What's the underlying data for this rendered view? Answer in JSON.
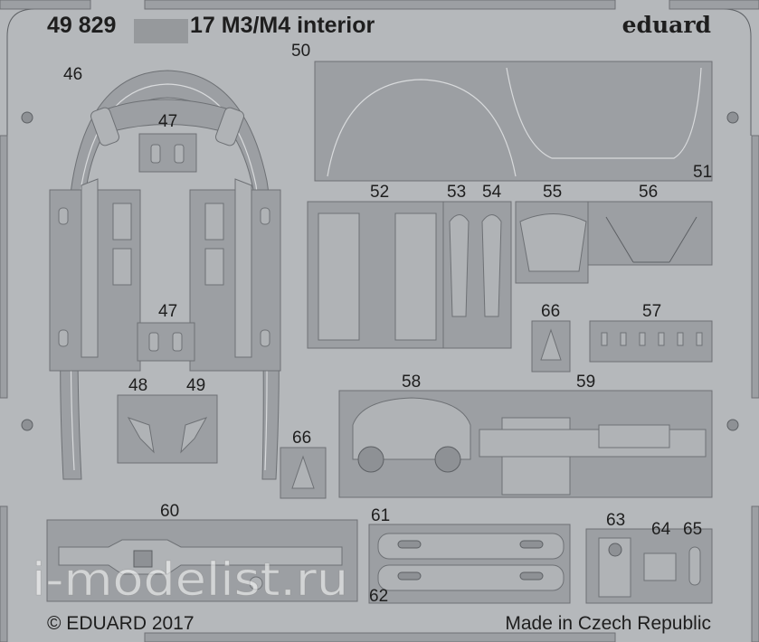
{
  "header": {
    "set_number": "49 829",
    "title_suffix": "17 M3/M4 interior",
    "brand": "eduard"
  },
  "part_numbers": {
    "p46": "46",
    "p47a": "47",
    "p47b": "47",
    "p48": "48",
    "p49": "49",
    "p50": "50",
    "p51": "51",
    "p52": "52",
    "p53": "53",
    "p54": "54",
    "p55": "55",
    "p56": "56",
    "p57": "57",
    "p58": "58",
    "p59": "59",
    "p60": "60",
    "p61": "61",
    "p62": "62",
    "p63": "63",
    "p64": "64",
    "p65": "65",
    "p66a": "66",
    "p66b": "66"
  },
  "footer": {
    "copyright": "© EDUARD 2017",
    "origin": "Made in Czech Republic"
  },
  "watermark": "i-modelist.ru",
  "colors": {
    "fret": "#b5b8bb",
    "part": "#9c9fa3",
    "text": "#1e1e1e"
  }
}
